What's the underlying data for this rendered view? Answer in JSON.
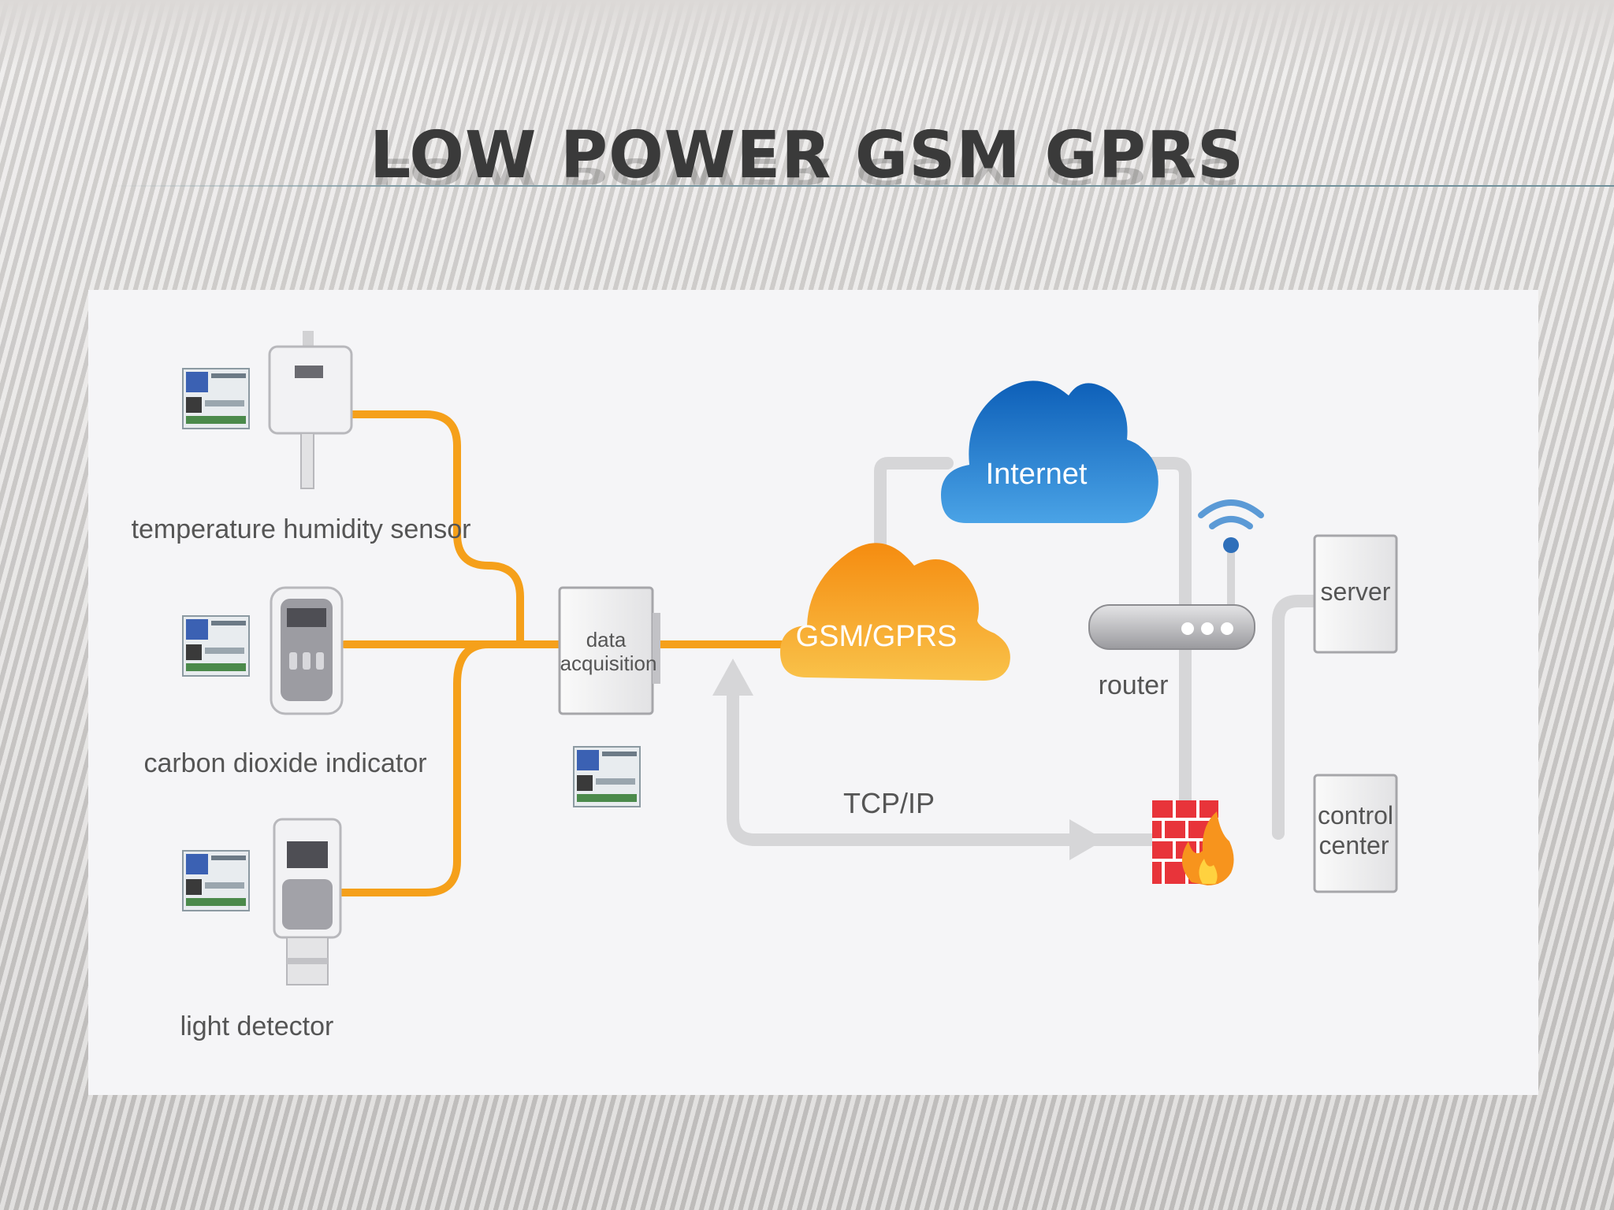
{
  "slide": {
    "title": "LOW POWER GSM GPRS"
  },
  "diagram": {
    "sensors": [
      {
        "label": "temperature humidity sensor"
      },
      {
        "label": "carbon dioxide indicator"
      },
      {
        "label": "light detector"
      }
    ],
    "data_acquisition": {
      "label_line1": "data",
      "label_line2": "acquisition"
    },
    "gsm_cloud": {
      "label": "GSM/GPRS"
    },
    "internet_cloud": {
      "label": "Internet"
    },
    "router": {
      "label": "router"
    },
    "protocol": {
      "label": "TCP/IP"
    },
    "server": {
      "label": "server"
    },
    "control_center": {
      "label_line1": "control",
      "label_line2": "center"
    },
    "colors": {
      "orange_link": "#f5a01a",
      "gray_link": "#d6d6d8",
      "internet_blue": "#1a6fc4",
      "gsm_orange": "#f59a1c",
      "firewall_red": "#e8343a"
    }
  }
}
